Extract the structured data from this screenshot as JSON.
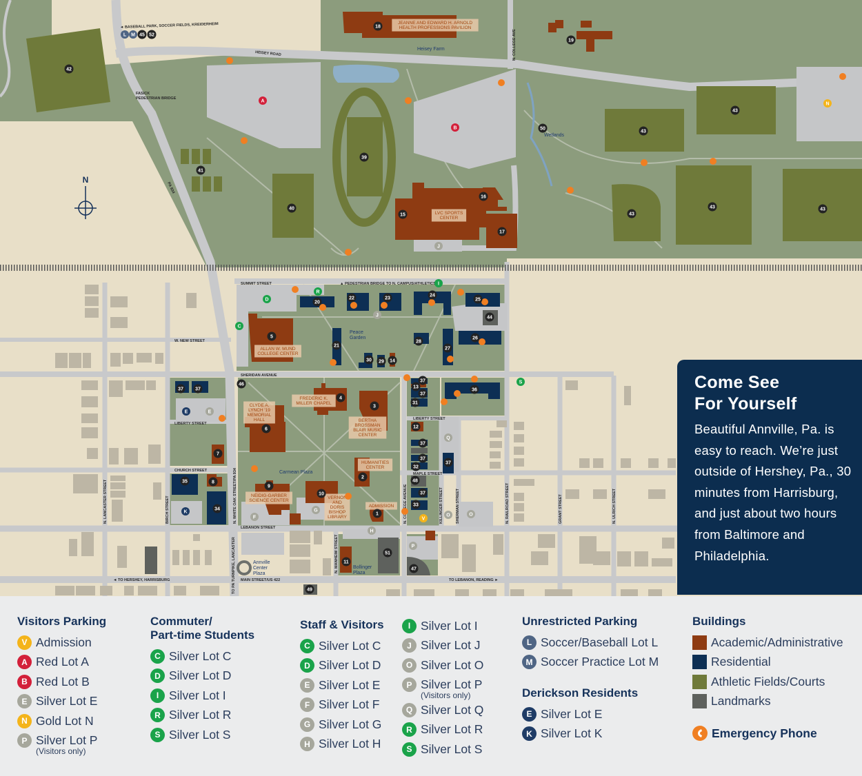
{
  "colors": {
    "academic": "#8e3b12",
    "residential": "#0d2f54",
    "athletic": "#6f7a3a",
    "landmark": "#5e615d",
    "campus_green": "#8c9c7d",
    "offcampus_tan": "#e8dfc8",
    "road": "#c8c9cb",
    "emergency_phone": "#f07f22",
    "lot_red": "#d3203a",
    "lot_gold": "#f4b41a",
    "lot_green": "#1aa34a",
    "lot_silver": "#a6a79c",
    "lot_slate": "#4f6584",
    "lot_navy": "#1f3c66",
    "building_number": "#232323",
    "info_box": "#0c2d4f"
  },
  "map": {
    "compass": "N",
    "markers": [
      {
        "text": "18",
        "kind": "building"
      },
      {
        "text": "19",
        "kind": "building"
      },
      {
        "text": "42",
        "kind": "building"
      },
      {
        "text": "39",
        "kind": "building"
      },
      {
        "text": "41",
        "kind": "building"
      },
      {
        "text": "40",
        "kind": "building"
      },
      {
        "text": "50",
        "kind": "building"
      },
      {
        "text": "43",
        "kind": "building"
      },
      {
        "text": "43",
        "kind": "building"
      },
      {
        "text": "43",
        "kind": "building"
      },
      {
        "text": "43",
        "kind": "building"
      },
      {
        "text": "43",
        "kind": "building"
      },
      {
        "text": "16",
        "kind": "building"
      },
      {
        "text": "15",
        "kind": "building"
      },
      {
        "text": "17",
        "kind": "building"
      },
      {
        "text": "20",
        "kind": "building"
      },
      {
        "text": "22",
        "kind": "building"
      },
      {
        "text": "23",
        "kind": "building"
      },
      {
        "text": "24",
        "kind": "building"
      },
      {
        "text": "25",
        "kind": "building"
      },
      {
        "text": "44",
        "kind": "building"
      },
      {
        "text": "5",
        "kind": "building"
      },
      {
        "text": "21",
        "kind": "building"
      },
      {
        "text": "28",
        "kind": "building"
      },
      {
        "text": "26",
        "kind": "building"
      },
      {
        "text": "27",
        "kind": "building"
      },
      {
        "text": "30",
        "kind": "building"
      },
      {
        "text": "29",
        "kind": "building"
      },
      {
        "text": "14",
        "kind": "building"
      },
      {
        "text": "46",
        "kind": "building"
      },
      {
        "text": "37",
        "kind": "building"
      },
      {
        "text": "37",
        "kind": "building"
      },
      {
        "text": "4",
        "kind": "building"
      },
      {
        "text": "3",
        "kind": "building"
      },
      {
        "text": "6",
        "kind": "building"
      },
      {
        "text": "37",
        "kind": "building"
      },
      {
        "text": "13",
        "kind": "building"
      },
      {
        "text": "37",
        "kind": "building"
      },
      {
        "text": "31",
        "kind": "building"
      },
      {
        "text": "36",
        "kind": "building"
      },
      {
        "text": "12",
        "kind": "building"
      },
      {
        "text": "37",
        "kind": "building"
      },
      {
        "text": "37",
        "kind": "building"
      },
      {
        "text": "32",
        "kind": "building"
      },
      {
        "text": "37",
        "kind": "building"
      },
      {
        "text": "7",
        "kind": "building"
      },
      {
        "text": "35",
        "kind": "building"
      },
      {
        "text": "8",
        "kind": "building"
      },
      {
        "text": "34",
        "kind": "building"
      },
      {
        "text": "9",
        "kind": "building"
      },
      {
        "text": "10",
        "kind": "building"
      },
      {
        "text": "2",
        "kind": "building"
      },
      {
        "text": "1",
        "kind": "building"
      },
      {
        "text": "48",
        "kind": "building"
      },
      {
        "text": "37",
        "kind": "building"
      },
      {
        "text": "33",
        "kind": "building"
      },
      {
        "text": "51",
        "kind": "building"
      },
      {
        "text": "11",
        "kind": "building"
      },
      {
        "text": "47",
        "kind": "building"
      },
      {
        "text": "49",
        "kind": "building"
      },
      {
        "text": "45",
        "kind": "building"
      },
      {
        "text": "52",
        "kind": "building"
      },
      {
        "text": "A",
        "kind": "red"
      },
      {
        "text": "B",
        "kind": "red"
      },
      {
        "text": "N",
        "kind": "gold"
      },
      {
        "text": "V",
        "kind": "gold"
      },
      {
        "text": "L",
        "kind": "slate"
      },
      {
        "text": "M",
        "kind": "slate"
      },
      {
        "text": "D",
        "kind": "green"
      },
      {
        "text": "R",
        "kind": "green"
      },
      {
        "text": "C",
        "kind": "green"
      },
      {
        "text": "I",
        "kind": "green"
      },
      {
        "text": "S",
        "kind": "green"
      },
      {
        "text": "E",
        "kind": "navy"
      },
      {
        "text": "K",
        "kind": "navy"
      },
      {
        "text": "E",
        "kind": "silver"
      },
      {
        "text": "J",
        "kind": "silver"
      },
      {
        "text": "J",
        "kind": "silver"
      },
      {
        "text": "F",
        "kind": "silver"
      },
      {
        "text": "G",
        "kind": "silver"
      },
      {
        "text": "H",
        "kind": "silver"
      },
      {
        "text": "P",
        "kind": "silver"
      },
      {
        "text": "Q",
        "kind": "silver"
      },
      {
        "text": "O",
        "kind": "silver"
      },
      {
        "text": "O",
        "kind": "silver"
      }
    ],
    "building_names": [
      {
        "lines": [
          "JEANNE AND EDWARD H. ARNOLD",
          "HEALTH PROFESSIONS PAVILION"
        ]
      },
      {
        "lines": [
          "LVC SPORTS",
          "CENTER"
        ]
      },
      {
        "lines": [
          "ALLAN W. MUND",
          "COLLEGE CENTER"
        ]
      },
      {
        "lines": [
          "FREDERIC K.",
          "MILLER CHAPEL"
        ]
      },
      {
        "lines": [
          "CLYDE A.",
          "LYNCH '19",
          "MEMORIAL",
          "HALL"
        ]
      },
      {
        "lines": [
          "BERTHA",
          "BROSSMAN",
          "BLAIR MUSIC",
          "CENTER"
        ]
      },
      {
        "lines": [
          "HUMANITIES",
          "CENTER"
        ]
      },
      {
        "lines": [
          "NEIDIG-GARBER",
          "SCIENCE CENTER"
        ]
      },
      {
        "lines": [
          "VERNON",
          "AND",
          "DORIS",
          "BISHOP",
          "LIBRARY"
        ]
      },
      {
        "lines": [
          "ADMISSION"
        ]
      }
    ],
    "place_names": [
      {
        "lines": [
          "Heisey Farm"
        ]
      },
      {
        "lines": [
          "Wetlands"
        ]
      },
      {
        "lines": [
          "Peace",
          "Garden"
        ]
      },
      {
        "lines": [
          "Carmean Plaza"
        ]
      },
      {
        "lines": [
          "Annville",
          "Center",
          "Plaza"
        ]
      },
      {
        "lines": [
          "Bollinger",
          "Plaza"
        ]
      }
    ],
    "street_labels": [
      {
        "lines": [
          "HEISEY ROAD"
        ]
      },
      {
        "lines": [
          "SUMMIT STREET"
        ]
      },
      {
        "lines": [
          "▲ PEDESTRIAN BRIDGE TO N. CAMPUS/ATHLETICS"
        ]
      },
      {
        "lines": [
          "SHERIDAN AVENUE"
        ]
      },
      {
        "lines": [
          "W. NEW STREET"
        ]
      },
      {
        "lines": [
          "LIBERTY STREET"
        ]
      },
      {
        "lines": [
          "LIBERTY STREET"
        ]
      },
      {
        "lines": [
          "CHURCH STREET"
        ]
      },
      {
        "lines": [
          "MAPLE STREET"
        ]
      },
      {
        "lines": [
          "LEBANON STREET"
        ]
      },
      {
        "lines": [
          "◄ TO HERSHEY, HARRISBURG"
        ]
      },
      {
        "lines": [
          "MAIN STREET/US 422"
        ]
      },
      {
        "lines": [
          "TO LEBANON, READING ►"
        ]
      },
      {
        "lines": [
          "◄ BASEBALL PARK, SOCCER FIELDS, KREIDERHEIM"
        ]
      },
      {
        "lines": [
          "FASICK",
          "PEDESTRIAN BRIDGE"
        ]
      },
      {
        "lines": [
          "PA 934"
        ]
      },
      {
        "lines": [
          "N. LANCASTER STREET"
        ]
      },
      {
        "lines": [
          "BIRCH STREET"
        ]
      },
      {
        "lines": [
          "N. WHITE OAK STREET/PA 934"
        ]
      },
      {
        "lines": [
          "N. COLLEGE AVENUE"
        ]
      },
      {
        "lines": [
          "KILLINGER STREET"
        ]
      },
      {
        "lines": [
          "SHERMAN STREET"
        ]
      },
      {
        "lines": [
          "N. RAILROAD STREET"
        ]
      },
      {
        "lines": [
          "GRANT STREET"
        ]
      },
      {
        "lines": [
          "N. ULRICH STREET"
        ]
      },
      {
        "lines": [
          "N. MANHEIM STREET"
        ]
      },
      {
        "lines": [
          "TO PA TURNPIKE, LANCASTER"
        ]
      },
      {
        "lines": [
          "N. COLLEGE AVE"
        ]
      }
    ]
  },
  "info": {
    "title_line1": "Come See",
    "title_line2": "For Yourself",
    "body": "Beautiful Annville, Pa. is easy to reach. We’re just outside of Hershey, Pa., 30 minutes from Harrisburg, and just about two hours from Baltimore and Philadelphia."
  },
  "legend": {
    "visitors": {
      "title": "Visitors Parking",
      "items": [
        {
          "badge": "V",
          "kind": "gold",
          "label": "Admission"
        },
        {
          "badge": "A",
          "kind": "red",
          "label": "Red Lot A"
        },
        {
          "badge": "B",
          "kind": "red",
          "label": "Red Lot B"
        },
        {
          "badge": "E",
          "kind": "silver",
          "label": "Silver Lot E"
        },
        {
          "badge": "N",
          "kind": "gold",
          "label": "Gold Lot N"
        },
        {
          "badge": "P",
          "kind": "silver",
          "label": "Silver Lot P",
          "note": "(Visitors only)"
        }
      ]
    },
    "commuter": {
      "title_line1": "Commuter/",
      "title_line2": "Part-time Students",
      "items": [
        {
          "badge": "C",
          "kind": "green",
          "label": "Silver Lot C"
        },
        {
          "badge": "D",
          "kind": "green",
          "label": "Silver Lot D"
        },
        {
          "badge": "I",
          "kind": "green",
          "label": "Silver Lot I"
        },
        {
          "badge": "R",
          "kind": "green",
          "label": "Silver Lot R"
        },
        {
          "badge": "S",
          "kind": "green",
          "label": "Silver Lot S"
        }
      ]
    },
    "staff": {
      "title": "Staff & Visitors",
      "items": [
        {
          "badge": "C",
          "kind": "green",
          "label": "Silver Lot C"
        },
        {
          "badge": "D",
          "kind": "green",
          "label": "Silver Lot D"
        },
        {
          "badge": "E",
          "kind": "silver",
          "label": "Silver Lot E"
        },
        {
          "badge": "F",
          "kind": "silver",
          "label": "Silver Lot F"
        },
        {
          "badge": "G",
          "kind": "silver",
          "label": "Silver Lot G"
        },
        {
          "badge": "H",
          "kind": "silver",
          "label": "Silver Lot H"
        }
      ],
      "items2": [
        {
          "badge": "I",
          "kind": "green",
          "label": "Silver Lot I"
        },
        {
          "badge": "J",
          "kind": "silver",
          "label": "Silver Lot J"
        },
        {
          "badge": "O",
          "kind": "silver",
          "label": "Silver Lot O"
        },
        {
          "badge": "P",
          "kind": "silver",
          "label": "Silver Lot P",
          "note": "(Visitors only)"
        },
        {
          "badge": "Q",
          "kind": "silver",
          "label": "Silver Lot Q"
        },
        {
          "badge": "R",
          "kind": "green",
          "label": "Silver Lot R"
        },
        {
          "badge": "S",
          "kind": "green",
          "label": "Silver Lot S"
        }
      ]
    },
    "unrestricted": {
      "title": "Unrestricted Parking",
      "items": [
        {
          "badge": "L",
          "kind": "slate",
          "label": "Soccer/Baseball Lot L"
        },
        {
          "badge": "M",
          "kind": "slate",
          "label": "Soccer Practice Lot M"
        }
      ]
    },
    "derickson": {
      "title": "Derickson Residents",
      "items": [
        {
          "badge": "E",
          "kind": "navy",
          "label": "Silver Lot E"
        },
        {
          "badge": "K",
          "kind": "navy",
          "label": "Silver Lot K"
        }
      ]
    },
    "buildings": {
      "title": "Buildings",
      "items": [
        {
          "kind": "academic",
          "label": "Academic/Administrative"
        },
        {
          "kind": "residential",
          "label": "Residential"
        },
        {
          "kind": "athletic",
          "label": "Athletic Fields/Courts"
        },
        {
          "kind": "landmark",
          "label": "Landmarks"
        }
      ]
    },
    "emergency_phone": {
      "icon": "phone-icon",
      "label": "Emergency Phone"
    }
  }
}
